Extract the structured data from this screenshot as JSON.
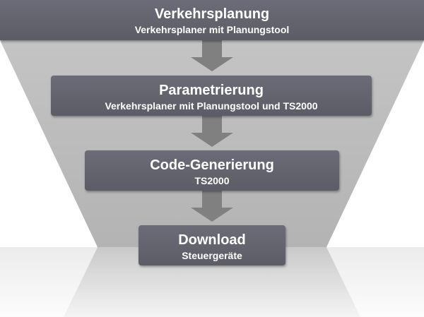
{
  "steps": [
    {
      "title": "Verkehrsplanung",
      "subtitle": "Verkehrsplaner mit Planungstool"
    },
    {
      "title": "Parametrierung",
      "subtitle": "Verkehrsplaner mit Planungstool und TS2000"
    },
    {
      "title": "Code-Generierung",
      "subtitle": "TS2000"
    },
    {
      "title": "Download",
      "subtitle": "Steuergeräte"
    }
  ],
  "colors": {
    "box": "#636470",
    "funnel": "#b9b9b9",
    "arrow": "#828282",
    "floor_light": "#f2f2f2"
  }
}
